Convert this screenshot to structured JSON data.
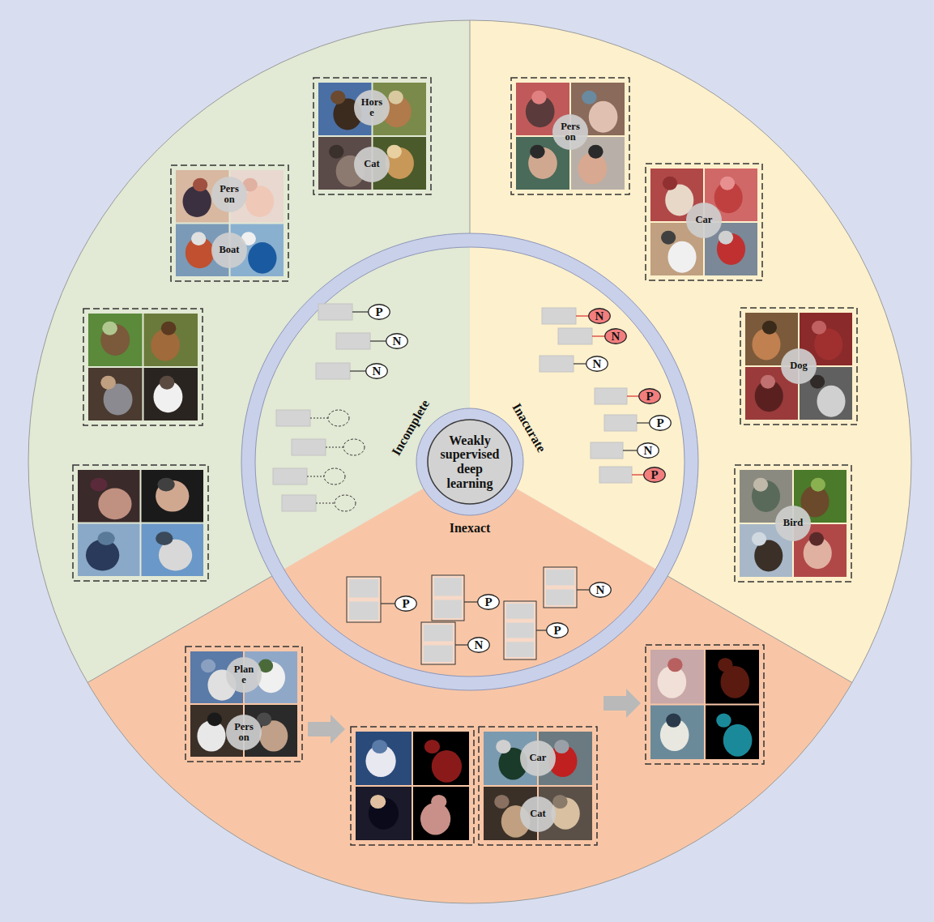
{
  "diagram": {
    "nodes": [
      {
        "text": [
          "Weakly supervised deep learning"
        ]
      },
      {
        "text": [
          "P"
        ]
      },
      {
        "text": [
          "N"
        ]
      },
      {
        "text": [
          "N"
        ]
      },
      {
        "text": [
          "N"
        ]
      },
      {
        "text": [
          "N"
        ]
      },
      {
        "text": [
          "N"
        ]
      },
      {
        "text": [
          "P"
        ]
      },
      {
        "text": [
          "P"
        ]
      },
      {
        "text": [
          "N"
        ]
      },
      {
        "text": [
          "P"
        ]
      },
      {
        "text": [
          "P"
        ]
      },
      {
        "text": [
          "P"
        ]
      },
      {
        "text": [
          "N"
        ]
      },
      {
        "text": [
          "N"
        ]
      },
      {
        "text": [
          "P"
        ]
      },
      {
        "text": [
          "Hors e"
        ]
      },
      {
        "text": [
          "Cat"
        ]
      },
      {
        "text": [
          "Pers on"
        ]
      },
      {
        "text": [
          "Boat"
        ]
      },
      {
        "text": [
          "Pers on"
        ]
      },
      {
        "text": [
          "Car"
        ]
      },
      {
        "text": [
          "Dog"
        ]
      },
      {
        "text": [
          "Bird"
        ]
      },
      {
        "text": [
          "Plan e"
        ]
      },
      {
        "text": [
          "Pers on"
        ]
      },
      {
        "text": [
          "Car"
        ]
      },
      {
        "text": [
          "Cat"
        ]
      }
    ],
    "labels": [
      "Incomplete",
      "Inacurate",
      "Inexact"
    ]
  }
}
